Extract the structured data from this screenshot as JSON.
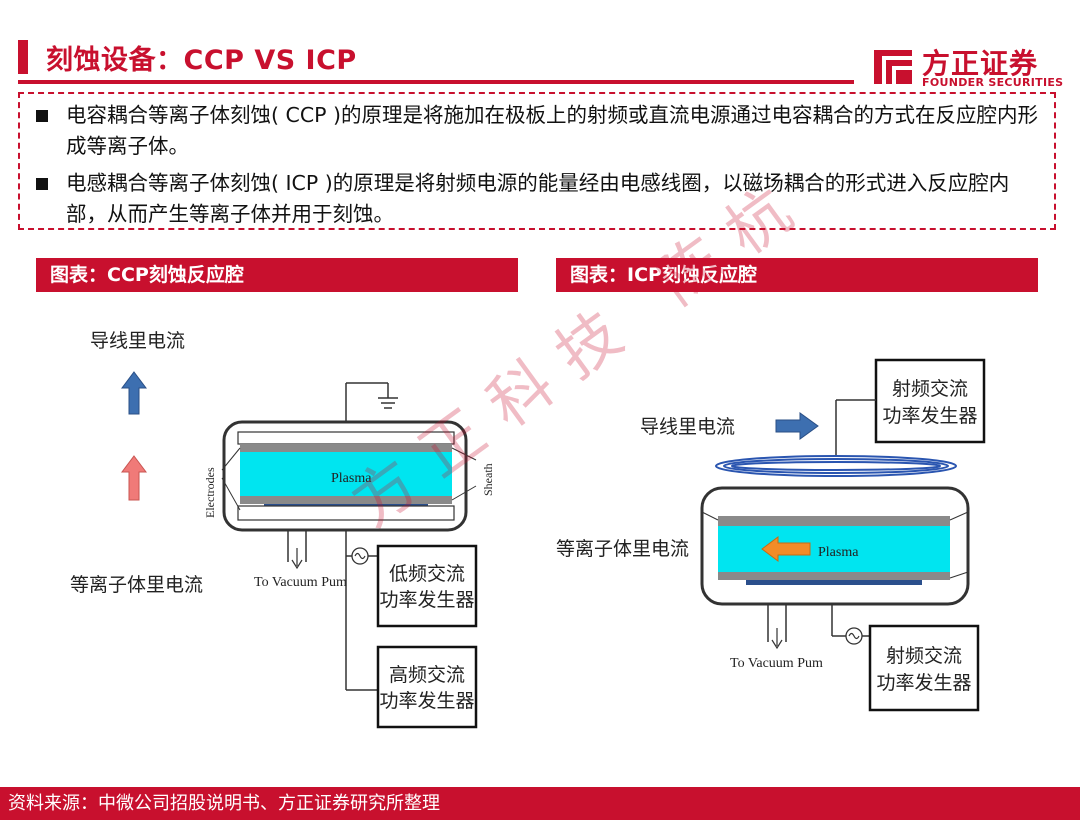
{
  "header": {
    "title": "刻蚀设备：CCP VS ICP",
    "logo_cn": "方正证券",
    "logo_en": "FOUNDER SECURITIES"
  },
  "summary": {
    "bullets": [
      "电容耦合等离子体刻蚀( CCP )的原理是将施加在极板上的射频或直流电源通过电容耦合的方式在反应腔内形成等离子体。",
      "电感耦合等离子体刻蚀( ICP )的原理是将射频电源的能量经由电感线圈，以磁场耦合的形式进入反应腔内部，从而产生等离子体并用于刻蚀。"
    ]
  },
  "figures": {
    "ccp": {
      "header": "图表：CCP刻蚀反应腔",
      "label_wire_current": "导线里电流",
      "label_plasma_current": "等离子体里电流",
      "label_plasma": "Plasma",
      "label_electrodes": "Electrodes",
      "label_sheath": "Sheath",
      "label_vacuum": "To Vacuum Pum",
      "low_freq_line1": "低频交流",
      "low_freq_line2": "功率发生器",
      "high_freq_line1": "高频交流",
      "high_freq_line2": "功率发生器"
    },
    "icp": {
      "header": "图表：ICP刻蚀反应腔",
      "label_wire_current": "导线里电流",
      "label_plasma_current": "等离子体里电流",
      "label_plasma": "Plasma",
      "label_vacuum": "To Vacuum Pum",
      "rf_top_line1": "射频交流",
      "rf_top_line2": "功率发生器",
      "rf_bottom_line1": "射频交流",
      "rf_bottom_line2": "功率发生器"
    }
  },
  "watermark": "方正科技 陈杭",
  "footer": {
    "source": "资料来源：中微公司招股说明书、方正证券研究所整理"
  },
  "colors": {
    "brand_red": "#c8102e",
    "plasma_cyan": "#00e5f0",
    "arrow_blue": "#3d6fb0",
    "arrow_pink": "#f07a78",
    "arrow_orange": "#f28c28"
  }
}
